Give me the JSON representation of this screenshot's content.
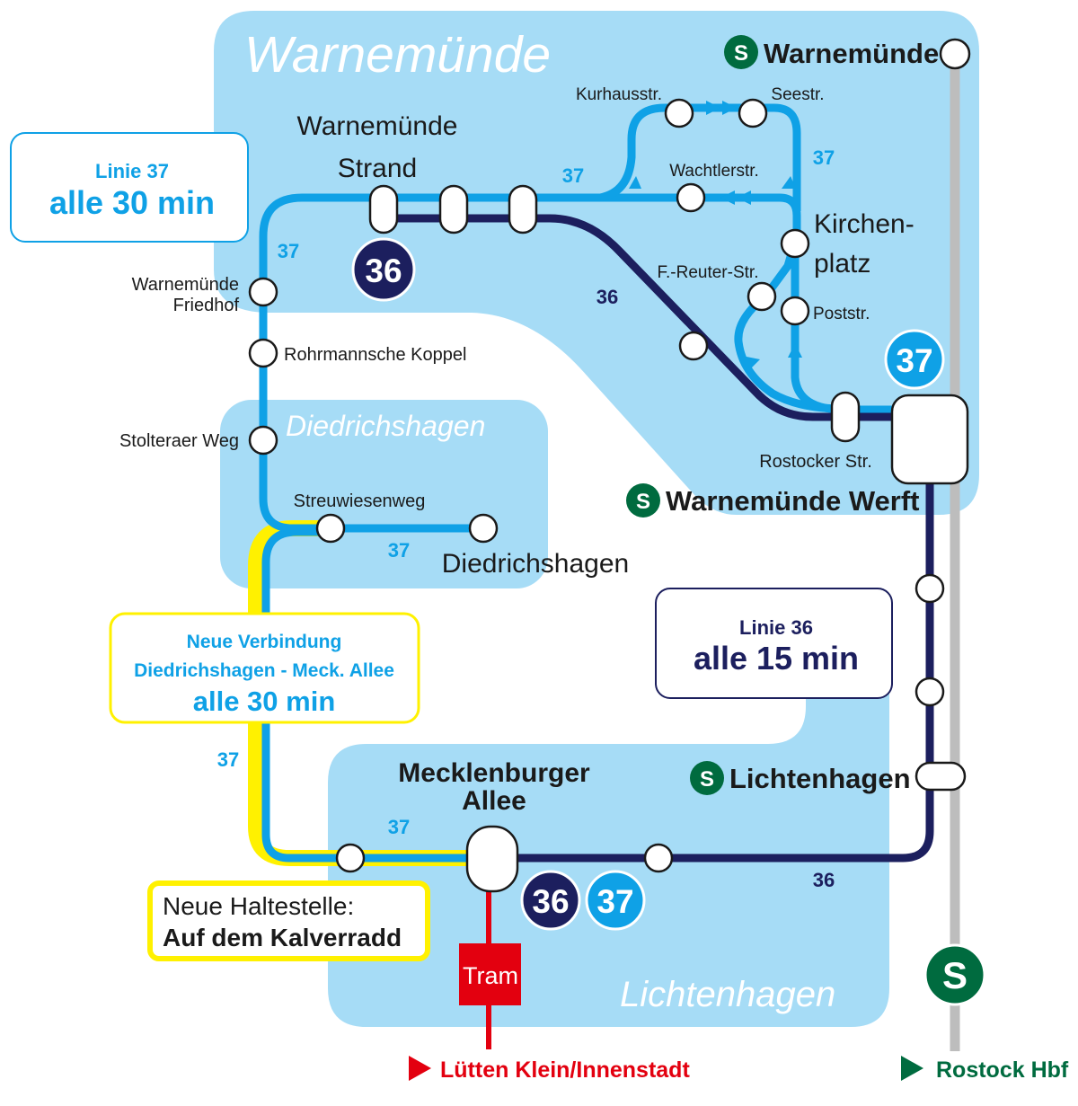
{
  "colors": {
    "area": "#a6dcf6",
    "line36": "#1c1f5e",
    "line37": "#0fa1e6",
    "new_connection": "#fff100",
    "tram": "#e3000f",
    "sbahn_track": "#bdbdbd",
    "sbahn_badge": "#006b3f"
  },
  "areas": {
    "warnemuende": "Warnemünde",
    "diedrichshagen": "Diedrichshagen",
    "lichtenhagen": "Lichtenhagen"
  },
  "info_boxes": {
    "linie37": {
      "line1": "Linie 37",
      "line2": "alle 30 min"
    },
    "linie36": {
      "line1": "Linie 36",
      "line2": "alle 15 min"
    },
    "new_connection": {
      "line1": "Neue Verbindung",
      "line2": "Diedrichshagen - Meck. Allee",
      "line3": "alle 30 min"
    },
    "new_stop": {
      "line1": "Neue Haltestelle:",
      "line2": "Auf dem Kalverradd"
    }
  },
  "stops": {
    "strand_1": "Warnemünde",
    "strand_2": "Strand",
    "kurhausstr": "Kurhausstr.",
    "seestr": "Seestr.",
    "wachtlerstr": "Wachtlerstr.",
    "kirchenplatz_1": "Kirchen-",
    "kirchenplatz_2": "platz",
    "freuter": "F.-Reuter-Str.",
    "poststr": "Poststr.",
    "rostocker_str": "Rostocker Str.",
    "friedhof_1": "Warnemünde",
    "friedhof_2": "Friedhof",
    "rohrmannsche": "Rohrmannsche Koppel",
    "stolteraer": "Stolteraer Weg",
    "streuwiesenweg": "Streuwiesenweg",
    "diedrichshagen": "Diedrichshagen",
    "meck_allee_1": "Mecklenburger",
    "meck_allee_2": "Allee"
  },
  "sbahn": {
    "badge": "S",
    "warnemuende": "Warnemünde",
    "werft": "Warnemünde Werft",
    "lichtenhagen": "Lichtenhagen"
  },
  "line_labels": {
    "l37": "37",
    "l36": "36"
  },
  "tram": "Tram",
  "destinations": {
    "tram": "Lütten Klein/Innenstadt",
    "sbahn": "Rostock Hbf"
  }
}
